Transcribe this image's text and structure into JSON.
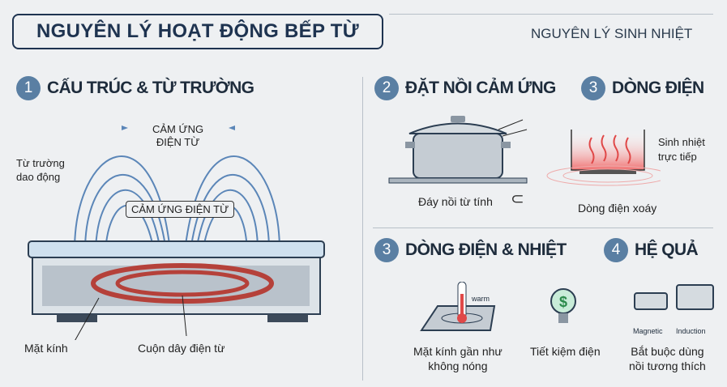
{
  "header": {
    "title": "NGUYÊN LÝ HOẠT ĐỘNG BẾP TỪ",
    "subtitle": "NGUYÊN LÝ SINH NHIỆT"
  },
  "sections": [
    {
      "number": "1",
      "title": "CẤU TRÚC & TỪ TRƯỜNG",
      "labels": {
        "field": "Từ trường\ndao động",
        "induction_top": "CẢM ỨNG\nĐIỆN TỪ",
        "induction_box": "CẢM ỨNG ĐIỆN TỪ",
        "glass": "Mặt kính",
        "coil": "Cuộn dây điện từ"
      }
    },
    {
      "number": "2",
      "title": "ĐẶT NỒI CẢM ỨNG",
      "labels": {
        "bottom": "Đáy nồi từ tính"
      }
    },
    {
      "number": "3",
      "title": "DÒNG ĐIỆN",
      "labels": {
        "heat": "Sinh nhiệt\ntrực tiếp",
        "eddy": "Dòng điện xoáy"
      }
    },
    {
      "number": "3",
      "title": "DÒNG ĐIỆN & NHIỆT",
      "labels": {
        "warm": "warm",
        "glass": "Mặt kính gần như\nkhông nóng"
      }
    },
    {
      "number": "4",
      "title": "HỆ QUẢ",
      "labels": {
        "saving": "Tiết kiệm điện",
        "magnetic": "Magnetic",
        "induction": "Induction",
        "compatible": "Bắt buộc dùng\nnồi tương thích"
      }
    }
  ],
  "colors": {
    "accent": "#5a7fa3",
    "navy": "#1e3350",
    "field": "#5b86b8",
    "heat": "#e04848"
  }
}
